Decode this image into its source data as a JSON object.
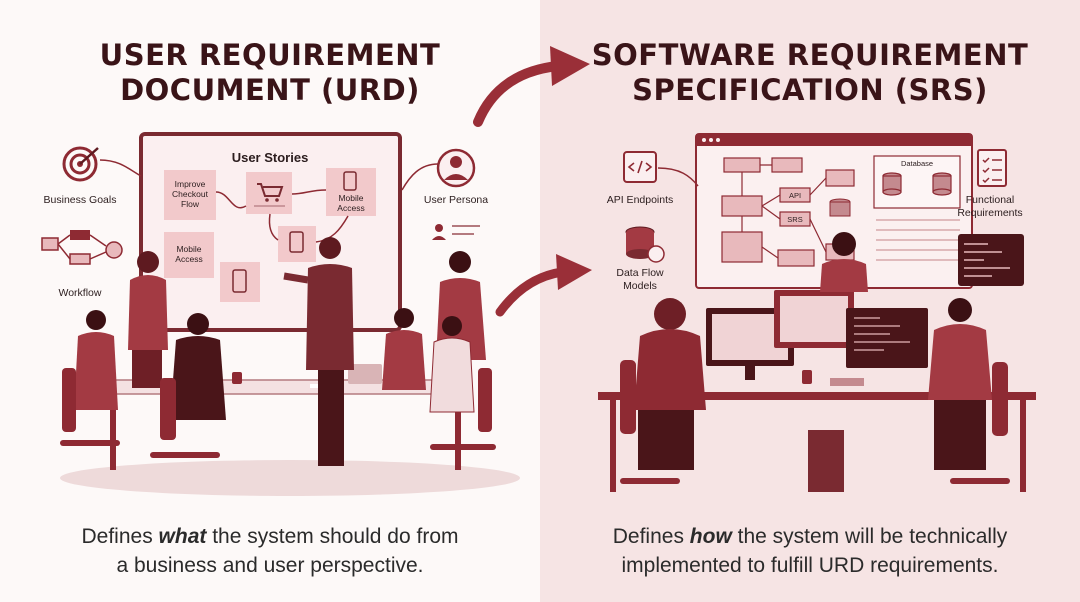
{
  "urd": {
    "title_line1": "USER REQUIREMENT",
    "title_line2": "DOCUMENT (URD)",
    "desc_prefix": "Defines ",
    "desc_emphasis": "what",
    "desc_line1_rest": " the system should do from",
    "desc_line2": "a business and user perspective.",
    "board_title": "User Stories",
    "sticky_notes": [
      "Improve Checkout Flow",
      "Mobile Access",
      "Mobile Access"
    ],
    "sticky_lines": [
      [
        "Improve",
        "Checkout",
        "Flow"
      ],
      [
        "Mobile",
        "Access"
      ],
      [
        "Mobile",
        "Access"
      ]
    ],
    "business_goals": "Business Goals",
    "workflow": "Workflow",
    "user_persona": "User Persona"
  },
  "srs": {
    "title_line1": "SOFTWARE REQUIREMENT",
    "title_line2": "SPECIFICATION (SRS)",
    "desc_prefix": "Defines ",
    "desc_emphasis": "how",
    "desc_line1_rest": " the system will be technically",
    "desc_line2": "implemented to fulfill URD requirements.",
    "api_endpoints": "API Endpoints",
    "data_flow_line1": "Data Flow",
    "data_flow_line2": "Models",
    "functional_line1": "Functional",
    "functional_line2": "Requirements",
    "database": "Database",
    "api_box": "API",
    "srs_box": "SRS"
  },
  "colors": {
    "accent": "#8e2a33",
    "accent_dark": "#5e1a20",
    "accent_light": "#e8b9bc",
    "left_bg": "#fdf9f8",
    "right_bg": "#f6e4e4"
  },
  "icons": [
    "target-icon",
    "workflow-icon",
    "user-persona-icon",
    "code-icon",
    "database-icon",
    "checklist-icon",
    "terminal-icon",
    "cart-icon",
    "phone-icon"
  ]
}
